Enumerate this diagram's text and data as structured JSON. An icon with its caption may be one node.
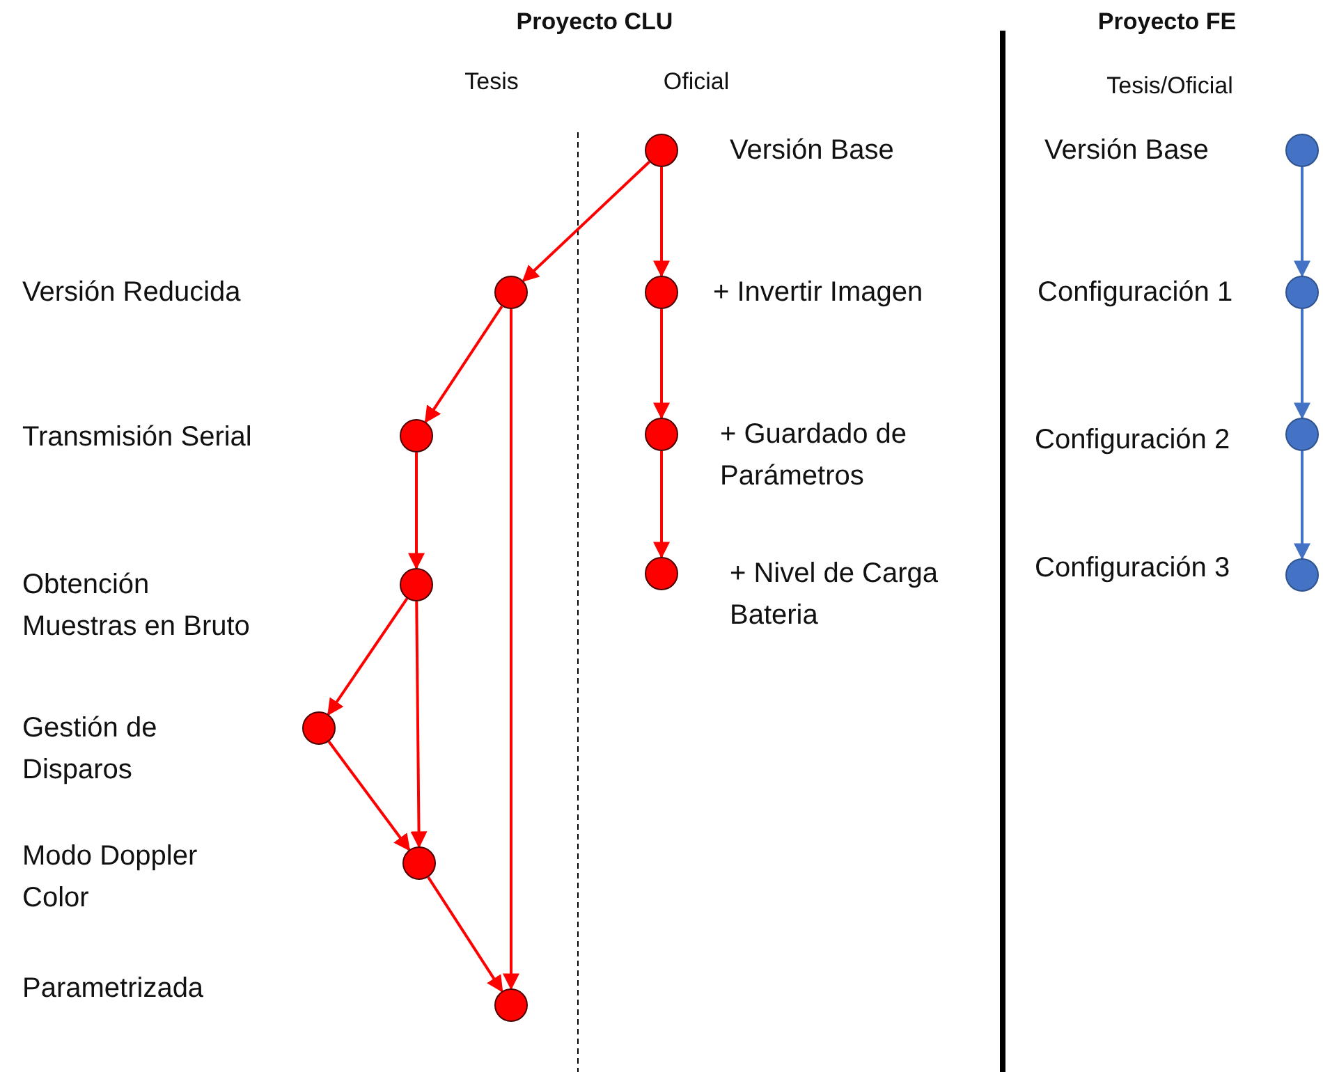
{
  "diagram": {
    "nodes": [
      {
        "text": [],
        "shape": "circle",
        "beside": [
          "Versión Base"
        ]
      },
      {
        "text": [],
        "shape": "circle"
      },
      {
        "text": [],
        "shape": "circle",
        "beside": [
          "+ Invertir Imagen"
        ]
      },
      {
        "text": [],
        "shape": "circle"
      },
      {
        "text": [],
        "shape": "circle",
        "beside": [
          "+ Guardado de Parámetros"
        ]
      },
      {
        "text": [],
        "shape": "circle"
      },
      {
        "text": [],
        "shape": "circle",
        "beside": [
          "+ Nivel de Carga Bateria"
        ]
      },
      {
        "text": [],
        "shape": "circle"
      },
      {
        "text": [],
        "shape": "circle"
      },
      {
        "text": [],
        "shape": "circle"
      },
      {
        "text": [],
        "shape": "circle",
        "beside": [
          "Versión Base"
        ]
      },
      {
        "text": [],
        "shape": "circle",
        "beside": [
          "Configuración 1"
        ]
      },
      {
        "text": [],
        "shape": "circle",
        "beside": [
          "Configuración 2"
        ]
      },
      {
        "text": [],
        "shape": "circle",
        "beside": [
          "Configuración 3"
        ]
      }
    ],
    "edges": [
      {
        "from": 0,
        "to": 1,
        "arrow": "to"
      },
      {
        "from": 0,
        "to": 2,
        "arrow": "to"
      },
      {
        "from": 2,
        "to": 4,
        "arrow": "to"
      },
      {
        "from": 4,
        "to": 6,
        "arrow": "to"
      },
      {
        "from": 1,
        "to": 3,
        "arrow": "to"
      },
      {
        "from": 1,
        "to": 9,
        "arrow": "to"
      },
      {
        "from": 3,
        "to": 5,
        "arrow": "to"
      },
      {
        "from": 5,
        "to": 7,
        "arrow": "to"
      },
      {
        "from": 5,
        "to": 8,
        "arrow": "to"
      },
      {
        "from": 7,
        "to": 8,
        "arrow": "to"
      },
      {
        "from": 8,
        "to": 9,
        "arrow": "to"
      },
      {
        "from": 10,
        "to": 11,
        "arrow": "to",
        "color": "#4472c4"
      },
      {
        "from": 11,
        "to": 12,
        "arrow": "to",
        "color": "#4472c4"
      },
      {
        "from": 12,
        "to": 13,
        "arrow": "to",
        "color": "#4472c4"
      }
    ],
    "labels": [
      "Proyecto CLU",
      "Proyecto FE",
      "Tesis",
      "Oficial",
      "Tesis/Oficial",
      "Versión Reducida",
      "Transmisión Serial",
      "Obtención Muestras en Bruto",
      "Gestión de Disparos",
      "Modo Doppler Color",
      "Parametrizada"
    ]
  }
}
